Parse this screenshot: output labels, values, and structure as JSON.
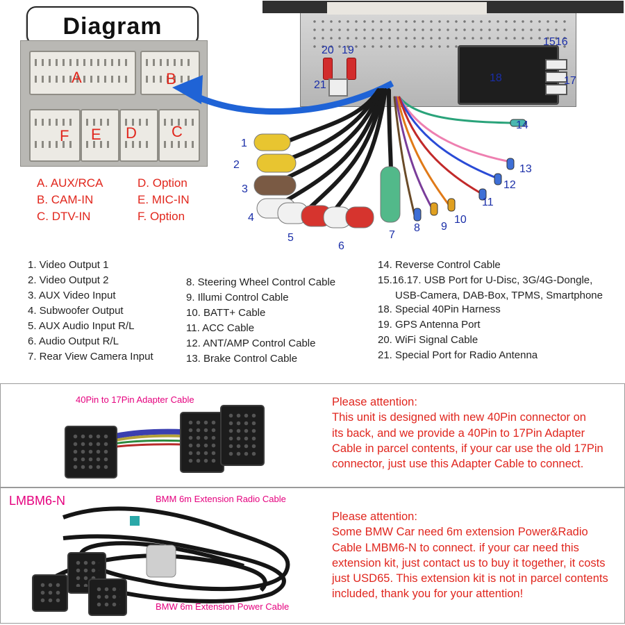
{
  "title": "Diagram",
  "connector": {
    "letters": [
      "A",
      "B",
      "F",
      "E",
      "D",
      "C"
    ],
    "legend": [
      "A. AUX/RCA",
      "B. CAM-IN",
      "C. DTV-IN",
      "D. Option",
      "E. MIC-IN",
      "F. Option"
    ]
  },
  "callouts": [
    "1",
    "2",
    "3",
    "4",
    "5",
    "6",
    "7",
    "8",
    "9",
    "10",
    "11",
    "12",
    "13",
    "14",
    "15",
    "16",
    "17",
    "18",
    "19",
    "20",
    "21"
  ],
  "callout_1516": "1516",
  "list1": [
    "1. Video Output 1",
    "2. Video Output 2",
    "3. AUX Video Input",
    "4. Subwoofer Output",
    "5. AUX Audio Input R/L",
    "6. Audio Output R/L",
    "7. Rear View Camera Input"
  ],
  "list2": [
    "8. Steering Wheel Control Cable",
    "9. Illumi Control Cable",
    "10. BATT+ Cable",
    "11. ACC Cable",
    "12. ANT/AMP Control Cable",
    "13. Brake Control Cable"
  ],
  "list3": [
    "14. Reverse Control Cable",
    "15.16.17. USB Port for U-Disc, 3G/4G-Dongle,",
    "USB-Camera, DAB-Box, TPMS, Smartphone",
    "18. Special 40Pin Harness",
    "19. GPS Antenna Port",
    "20. WiFi Signal Cable",
    "21. Special Port for Radio Antenna"
  ],
  "adapter": {
    "label": "40Pin to 17Pin Adapter Cable",
    "attention": [
      "Please attention:",
      "This unit is designed with new 40Pin connector on",
      "its back, and we provide a 40Pin to 17Pin Adapter",
      "Cable in parcel contents, if your car use the old 17Pin",
      "connector, just use this Adapter Cable to connect."
    ]
  },
  "extension": {
    "model": "LMBM6-N",
    "radio_label": "BMM 6m Extension Radio Cable",
    "power_label": "BMW 6m Extension Power Cable",
    "attention": [
      "Please attention:",
      "Some BMW Car need 6m extension Power&Radio",
      "Cable LMBM6-N to connect. if your car need this",
      "extension kit, just contact us to buy it together, it costs",
      "just USD65. This extension kit is not in parcel contents",
      "included, thank you for your attention!"
    ]
  },
  "colors": {
    "accent_red": "#e1261c",
    "callout_blue": "#1a2ea8",
    "label_pink": "#e5007e",
    "arrow_blue": "#1f63d6"
  }
}
